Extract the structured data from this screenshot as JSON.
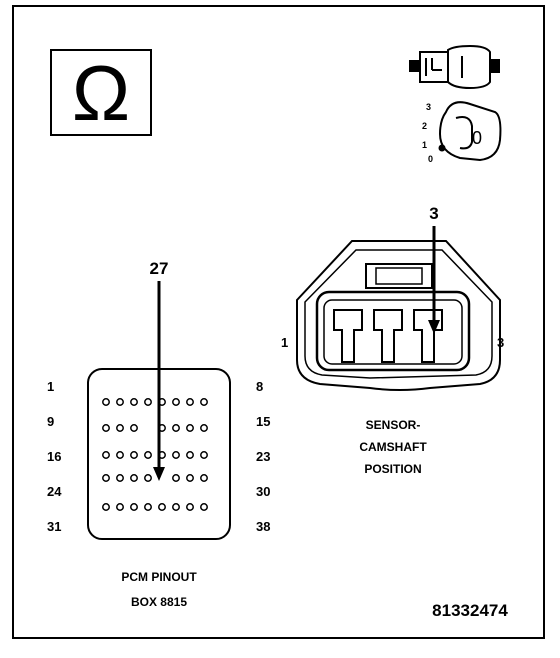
{
  "figure_id": "81332474",
  "symbols": {
    "ohm_icon": "Ω",
    "connector_symbol": "connector-icon",
    "switch_positions": [
      "3",
      "2",
      "1",
      "0"
    ],
    "switch_knob_label": "0"
  },
  "pcm": {
    "caption_line1": "PCM PINOUT",
    "caption_line2": "BOX 8815",
    "pointer_pin": "27",
    "rows": [
      {
        "left": "1",
        "right": "8"
      },
      {
        "left": "9",
        "right": "15"
      },
      {
        "left": "16",
        "right": "23"
      },
      {
        "left": "24",
        "right": "30"
      },
      {
        "left": "31",
        "right": "38"
      }
    ]
  },
  "sensor": {
    "caption_line1": "SENSOR-",
    "caption_line2": "CAMSHAFT",
    "caption_line3": "POSITION",
    "pointer_pin": "3",
    "left_pin": "1",
    "right_pin": "3"
  }
}
